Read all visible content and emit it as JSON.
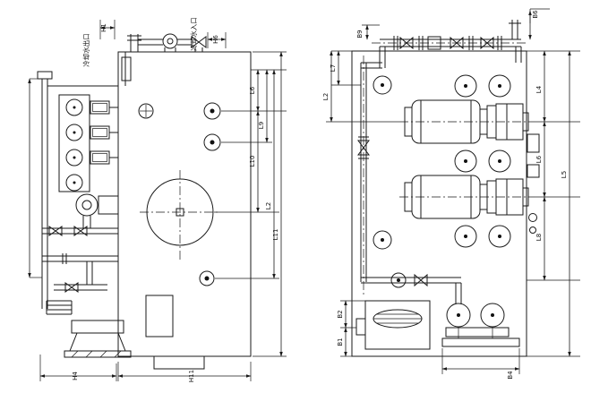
{
  "drawing": {
    "colors": {
      "ink": "#1a1a1a",
      "paper": "#ffffff"
    },
    "annotations": {
      "cooling_water_outlet": "冷却水出口",
      "cooling_water_inlet": "冷却水入口"
    },
    "left_view": {
      "dim_top_left": "H1",
      "dim_top_mid": "H6",
      "dim_right_1": "L6",
      "dim_right_2": "L9",
      "dim_right_3": "L10",
      "dim_right_4": "L2",
      "dim_right_5": "L11",
      "dim_bottom_left": "H4",
      "dim_bottom_mid": "H11"
    },
    "right_view": {
      "dim_top_left": "B9",
      "dim_top_right": "B6",
      "dim_left_1": "L7",
      "dim_left_2": "L2",
      "dim_right_1": "L4",
      "dim_right_2": "L6",
      "dim_right_3": "L8",
      "dim_right_overall": "L5",
      "dim_bottom_left_1": "B2",
      "dim_bottom_left_2": "B1",
      "dim_bottom_right": "B4"
    }
  }
}
